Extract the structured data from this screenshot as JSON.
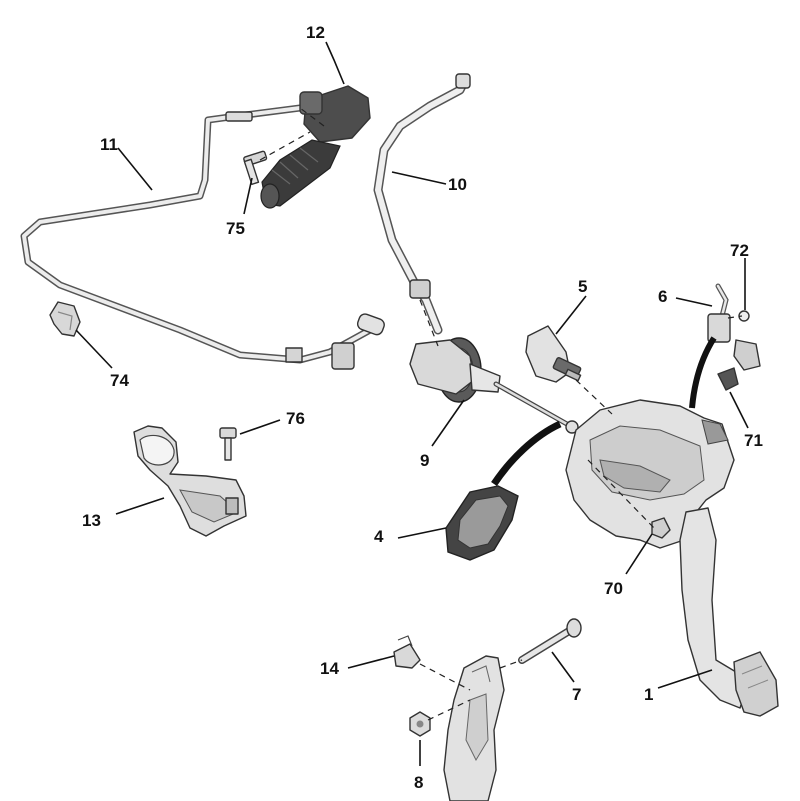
{
  "callouts": [
    {
      "id": "12",
      "text": "12"
    },
    {
      "id": "11",
      "text": "11"
    },
    {
      "id": "10",
      "text": "10"
    },
    {
      "id": "75",
      "text": "75"
    },
    {
      "id": "72",
      "text": "72"
    },
    {
      "id": "6",
      "text": "6"
    },
    {
      "id": "5",
      "text": "5"
    },
    {
      "id": "74",
      "text": "74"
    },
    {
      "id": "76",
      "text": "76"
    },
    {
      "id": "71",
      "text": "71"
    },
    {
      "id": "9",
      "text": "9"
    },
    {
      "id": "13",
      "text": "13"
    },
    {
      "id": "4",
      "text": "4"
    },
    {
      "id": "70",
      "text": "70"
    },
    {
      "id": "14",
      "text": "14"
    },
    {
      "id": "7",
      "text": "7"
    },
    {
      "id": "1",
      "text": "1"
    },
    {
      "id": "8",
      "text": "8"
    }
  ],
  "colors": {
    "part_fill": "#e8e8e8",
    "part_shade": "#c9c9c9",
    "dark_part": "#4a4a4a",
    "line": "#111111"
  }
}
